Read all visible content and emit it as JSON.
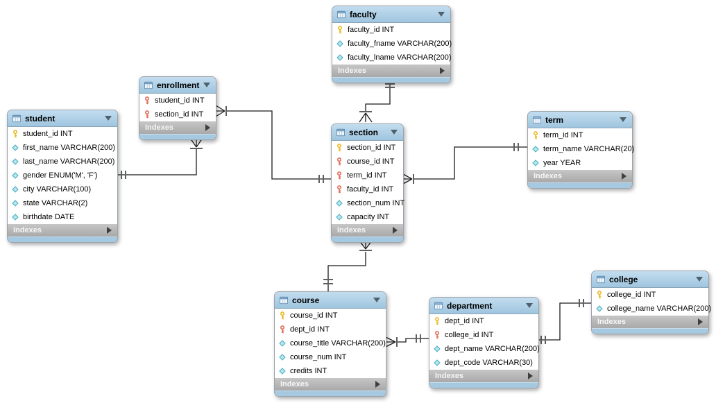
{
  "labels": {
    "indexes": "Indexes"
  },
  "tables": [
    {
      "name": "faculty",
      "columns": [
        {
          "icon": "primary-key-icon",
          "text": "faculty_id INT"
        },
        {
          "icon": "attribute-diamond-icon",
          "text": "faculty_fname VARCHAR(200)"
        },
        {
          "icon": "attribute-diamond-icon",
          "text": "faculty_lname VARCHAR(200)"
        }
      ]
    },
    {
      "name": "enrollment",
      "columns": [
        {
          "icon": "foreign-key-icon",
          "text": "student_id INT"
        },
        {
          "icon": "foreign-key-icon",
          "text": "section_id INT"
        }
      ]
    },
    {
      "name": "student",
      "columns": [
        {
          "icon": "primary-key-icon",
          "text": "student_id INT"
        },
        {
          "icon": "attribute-diamond-icon",
          "text": "first_name VARCHAR(200)"
        },
        {
          "icon": "attribute-diamond-icon",
          "text": "last_name VARCHAR(200)"
        },
        {
          "icon": "attribute-diamond-icon",
          "text": "gender ENUM('M', 'F')"
        },
        {
          "icon": "attribute-diamond-icon",
          "text": "city VARCHAR(100)"
        },
        {
          "icon": "attribute-diamond-icon",
          "text": "state VARCHAR(2)"
        },
        {
          "icon": "attribute-diamond-icon",
          "text": "birthdate DATE"
        }
      ]
    },
    {
      "name": "section",
      "columns": [
        {
          "icon": "primary-key-icon",
          "text": "section_id INT"
        },
        {
          "icon": "foreign-key-icon",
          "text": "course_id INT"
        },
        {
          "icon": "foreign-key-icon",
          "text": "term_id INT"
        },
        {
          "icon": "foreign-key-icon",
          "text": "faculty_id INT"
        },
        {
          "icon": "attribute-diamond-icon",
          "text": "section_num INT"
        },
        {
          "icon": "attribute-diamond-icon",
          "text": "capacity INT"
        }
      ]
    },
    {
      "name": "term",
      "columns": [
        {
          "icon": "primary-key-icon",
          "text": "term_id INT"
        },
        {
          "icon": "attribute-diamond-icon",
          "text": "term_name VARCHAR(20)"
        },
        {
          "icon": "attribute-diamond-icon",
          "text": "year YEAR"
        }
      ]
    },
    {
      "name": "course",
      "columns": [
        {
          "icon": "primary-key-icon",
          "text": "course_id INT"
        },
        {
          "icon": "foreign-key-icon",
          "text": "dept_id INT"
        },
        {
          "icon": "attribute-diamond-icon",
          "text": "course_title VARCHAR(200)"
        },
        {
          "icon": "attribute-diamond-icon",
          "text": "course_num INT"
        },
        {
          "icon": "attribute-diamond-icon",
          "text": "credits INT"
        }
      ]
    },
    {
      "name": "department",
      "columns": [
        {
          "icon": "primary-key-icon",
          "text": "dept_id INT"
        },
        {
          "icon": "foreign-key-icon",
          "text": "college_id INT"
        },
        {
          "icon": "attribute-diamond-icon",
          "text": "dept_name VARCHAR(200)"
        },
        {
          "icon": "attribute-diamond-icon",
          "text": "dept_code VARCHAR(30)"
        }
      ]
    },
    {
      "name": "college",
      "columns": [
        {
          "icon": "primary-key-icon",
          "text": "college_id INT"
        },
        {
          "icon": "attribute-diamond-icon",
          "text": "college_name VARCHAR(200)"
        }
      ]
    }
  ],
  "relationships": [
    {
      "name": "student_enrollment",
      "from_table": "student",
      "to_table": "enrollment",
      "from_cardinality": "one",
      "to_cardinality": "many"
    },
    {
      "name": "section_enrollment",
      "from_table": "section",
      "to_table": "enrollment",
      "from_cardinality": "one",
      "to_cardinality": "many"
    },
    {
      "name": "faculty_section",
      "from_table": "faculty",
      "to_table": "section",
      "from_cardinality": "one",
      "to_cardinality": "many"
    },
    {
      "name": "term_section",
      "from_table": "term",
      "to_table": "section",
      "from_cardinality": "one",
      "to_cardinality": "many"
    },
    {
      "name": "course_section",
      "from_table": "course",
      "to_table": "section",
      "from_cardinality": "one",
      "to_cardinality": "many"
    },
    {
      "name": "department_course",
      "from_table": "department",
      "to_table": "course",
      "from_cardinality": "one",
      "to_cardinality": "many"
    },
    {
      "name": "college_department",
      "from_table": "college",
      "to_table": "department",
      "from_cardinality": "one",
      "to_cardinality": "one"
    }
  ],
  "colors": {
    "table_header": "#aecfe5",
    "table_footer": "#b4b4b4",
    "table_bottom_strip": "#a6c9e2",
    "primary_key": "#e9b923",
    "foreign_key": "#e26a55",
    "attribute_diamond": "#b4e9f2",
    "line": "#1a1a1a",
    "canvas_background": "#ffffff"
  }
}
